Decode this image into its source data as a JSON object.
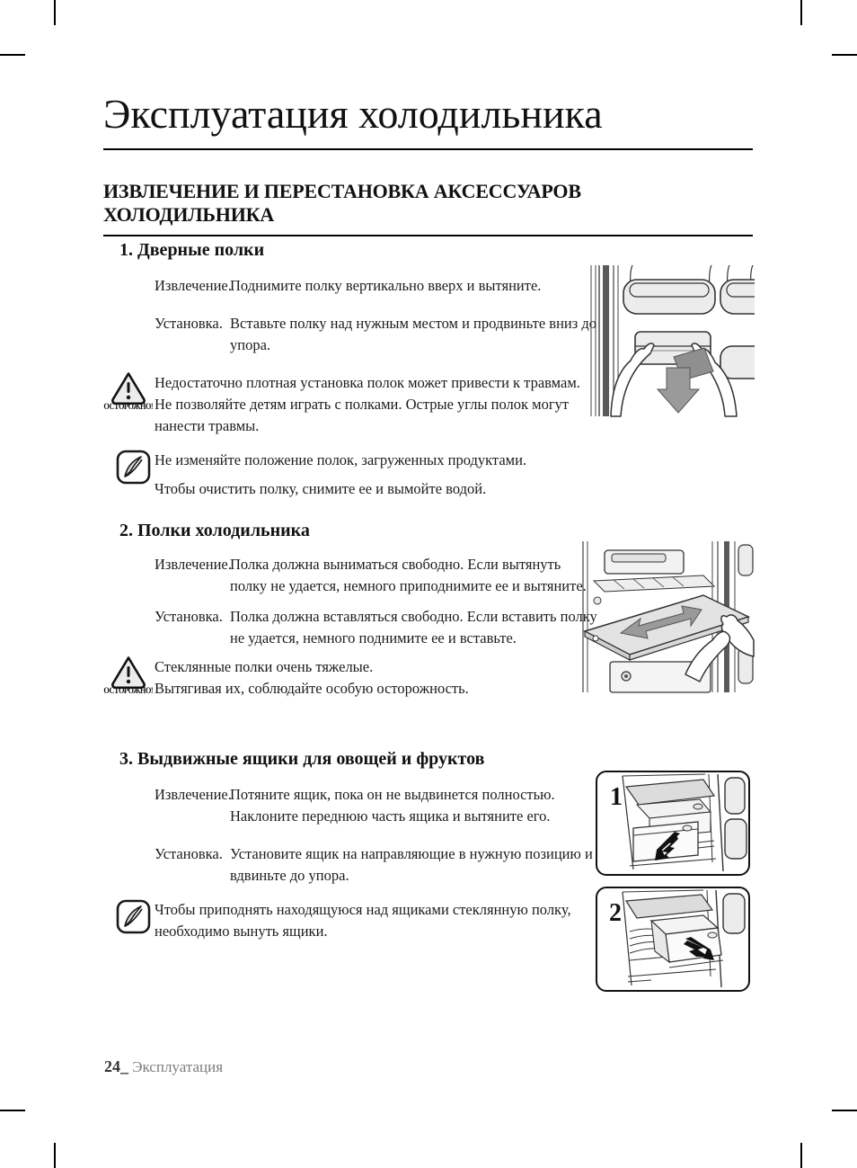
{
  "page": {
    "title": "Эксплуатация холодильника",
    "section_header": "ИЗВЛЕЧЕНИЕ И ПЕРЕСТАНОВКА АКСЕССУАРОВ ХОЛОДИЛЬНИКА",
    "footer": {
      "page_number": "24_",
      "label": "Эксплуатация"
    }
  },
  "caution_label": "ОСТОРОЖНО!",
  "icons": {
    "caution": "warning-triangle-icon",
    "note": "pencil-note-icon"
  },
  "colors": {
    "text": "#1c1c1c",
    "muted": "#7d7d7d",
    "rule": "#000000",
    "illustration_fill": "#e8e8e8",
    "arrow_gray": "#9a9a9a",
    "arrow_black": "#111111"
  },
  "sections": [
    {
      "heading": "1. Дверные полки",
      "paragraphs": [
        {
          "label": "Извлечение.",
          "lines": [
            "Поднимите полку вертикально вверх и вытяните."
          ]
        },
        {
          "label": "Установка.",
          "lines": [
            "Вставьте полку над нужным местом и продвиньте вниз до",
            "упора."
          ]
        }
      ],
      "caution": {
        "lines": [
          "Недостаточно плотная установка полок может привести к травмам.",
          "Не позволяйте детям играть с полками. Острые углы полок могут",
          "нанести травмы."
        ]
      },
      "note": {
        "lines": [
          "Не изменяйте положение полок, загруженных продуктами.",
          "Чтобы очистить полку, снимите ее и вымойте водой."
        ]
      }
    },
    {
      "heading": "2. Полки холодильника",
      "paragraphs": [
        {
          "label": "Извлечение.",
          "lines": [
            "Полка должна выниматься свободно. Если вытянуть",
            "полку не удается, немного приподнимите ее и вытяните."
          ]
        },
        {
          "label": "Установка.",
          "lines": [
            "Полка должна вставляться свободно. Если вставить полку",
            "не удается, немного поднимите ее и вставьте."
          ]
        }
      ],
      "caution": {
        "lines": [
          "Стеклянные полки очень тяжелые.",
          "Вытягивая их, соблюдайте особую осторожность."
        ]
      }
    },
    {
      "heading": "3. Выдвижные ящики для овощей и фруктов",
      "paragraphs": [
        {
          "label": "Извлечение.",
          "lines": [
            "Потяните ящик, пока он не выдвинется полностью.",
            "Наклоните переднюю часть ящика и вытяните его."
          ]
        },
        {
          "label": "Установка.",
          "lines": [
            "Установите ящик на направляющие в нужную позицию и",
            "вдвиньте до упора."
          ]
        }
      ],
      "note": {
        "lines": [
          "Чтобы приподнять находящуюся над ящиками стеклянную полку,",
          "необходимо вынуть ящики."
        ]
      },
      "figures": [
        {
          "number": "1"
        },
        {
          "number": "2"
        }
      ]
    }
  ]
}
